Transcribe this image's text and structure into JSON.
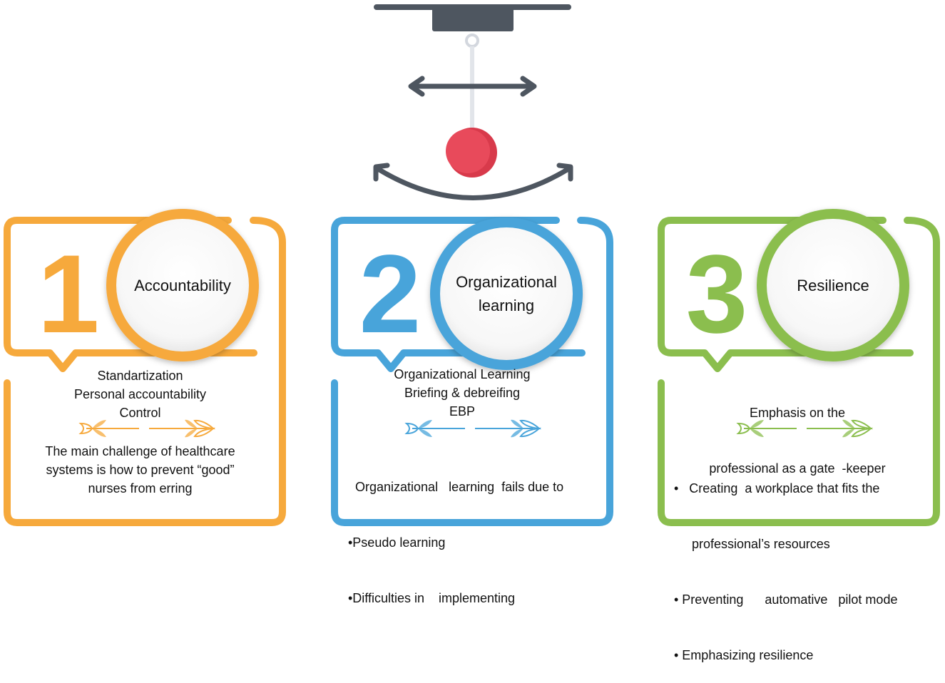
{
  "colors": {
    "orange": "#F6A93C",
    "blue": "#48A4DA",
    "green": "#8BBE4E",
    "pendulum_gray": "#4E5660",
    "pendulum_ball": "#E84A5B",
    "string": "#E2E5EA"
  },
  "icons": {
    "pendulum": "pendulum-icon",
    "double_arrow": "double-arrow-icon",
    "curved_arrow": "curved-double-arrow-icon",
    "divider_leaf": "leaf-arrow-divider-icon"
  },
  "panels": [
    {
      "number": "1",
      "circle_label": [
        "Accountability"
      ],
      "top_lines": [
        "Standartization",
        "Personal accountability",
        "Control"
      ],
      "bottom_lines": [
        "The main challenge of healthcare",
        "systems is how to prevent “good”",
        "nurses from erring"
      ]
    },
    {
      "number": "2",
      "circle_label": [
        "Organizational",
        "learning"
      ],
      "top_lines": [
        "Organizational Learning",
        "Briefing &  debreifing",
        "EBP"
      ],
      "bottom_lines": [
        "Organizational   learning  fails due to",
        "•Pseudo learning",
        "•Difficulties in    implementing"
      ]
    },
    {
      "number": "3",
      "circle_label": [
        "Resilience"
      ],
      "top_lines": [
        "Emphasis on the",
        "professional as a gate  -keeper"
      ],
      "bottom_lines": [
        "•   Creating  a workplace that fits the",
        "     professional’s resources",
        "• Preventing      automative   pilot mode",
        "• Emphasizing resilience"
      ]
    }
  ]
}
